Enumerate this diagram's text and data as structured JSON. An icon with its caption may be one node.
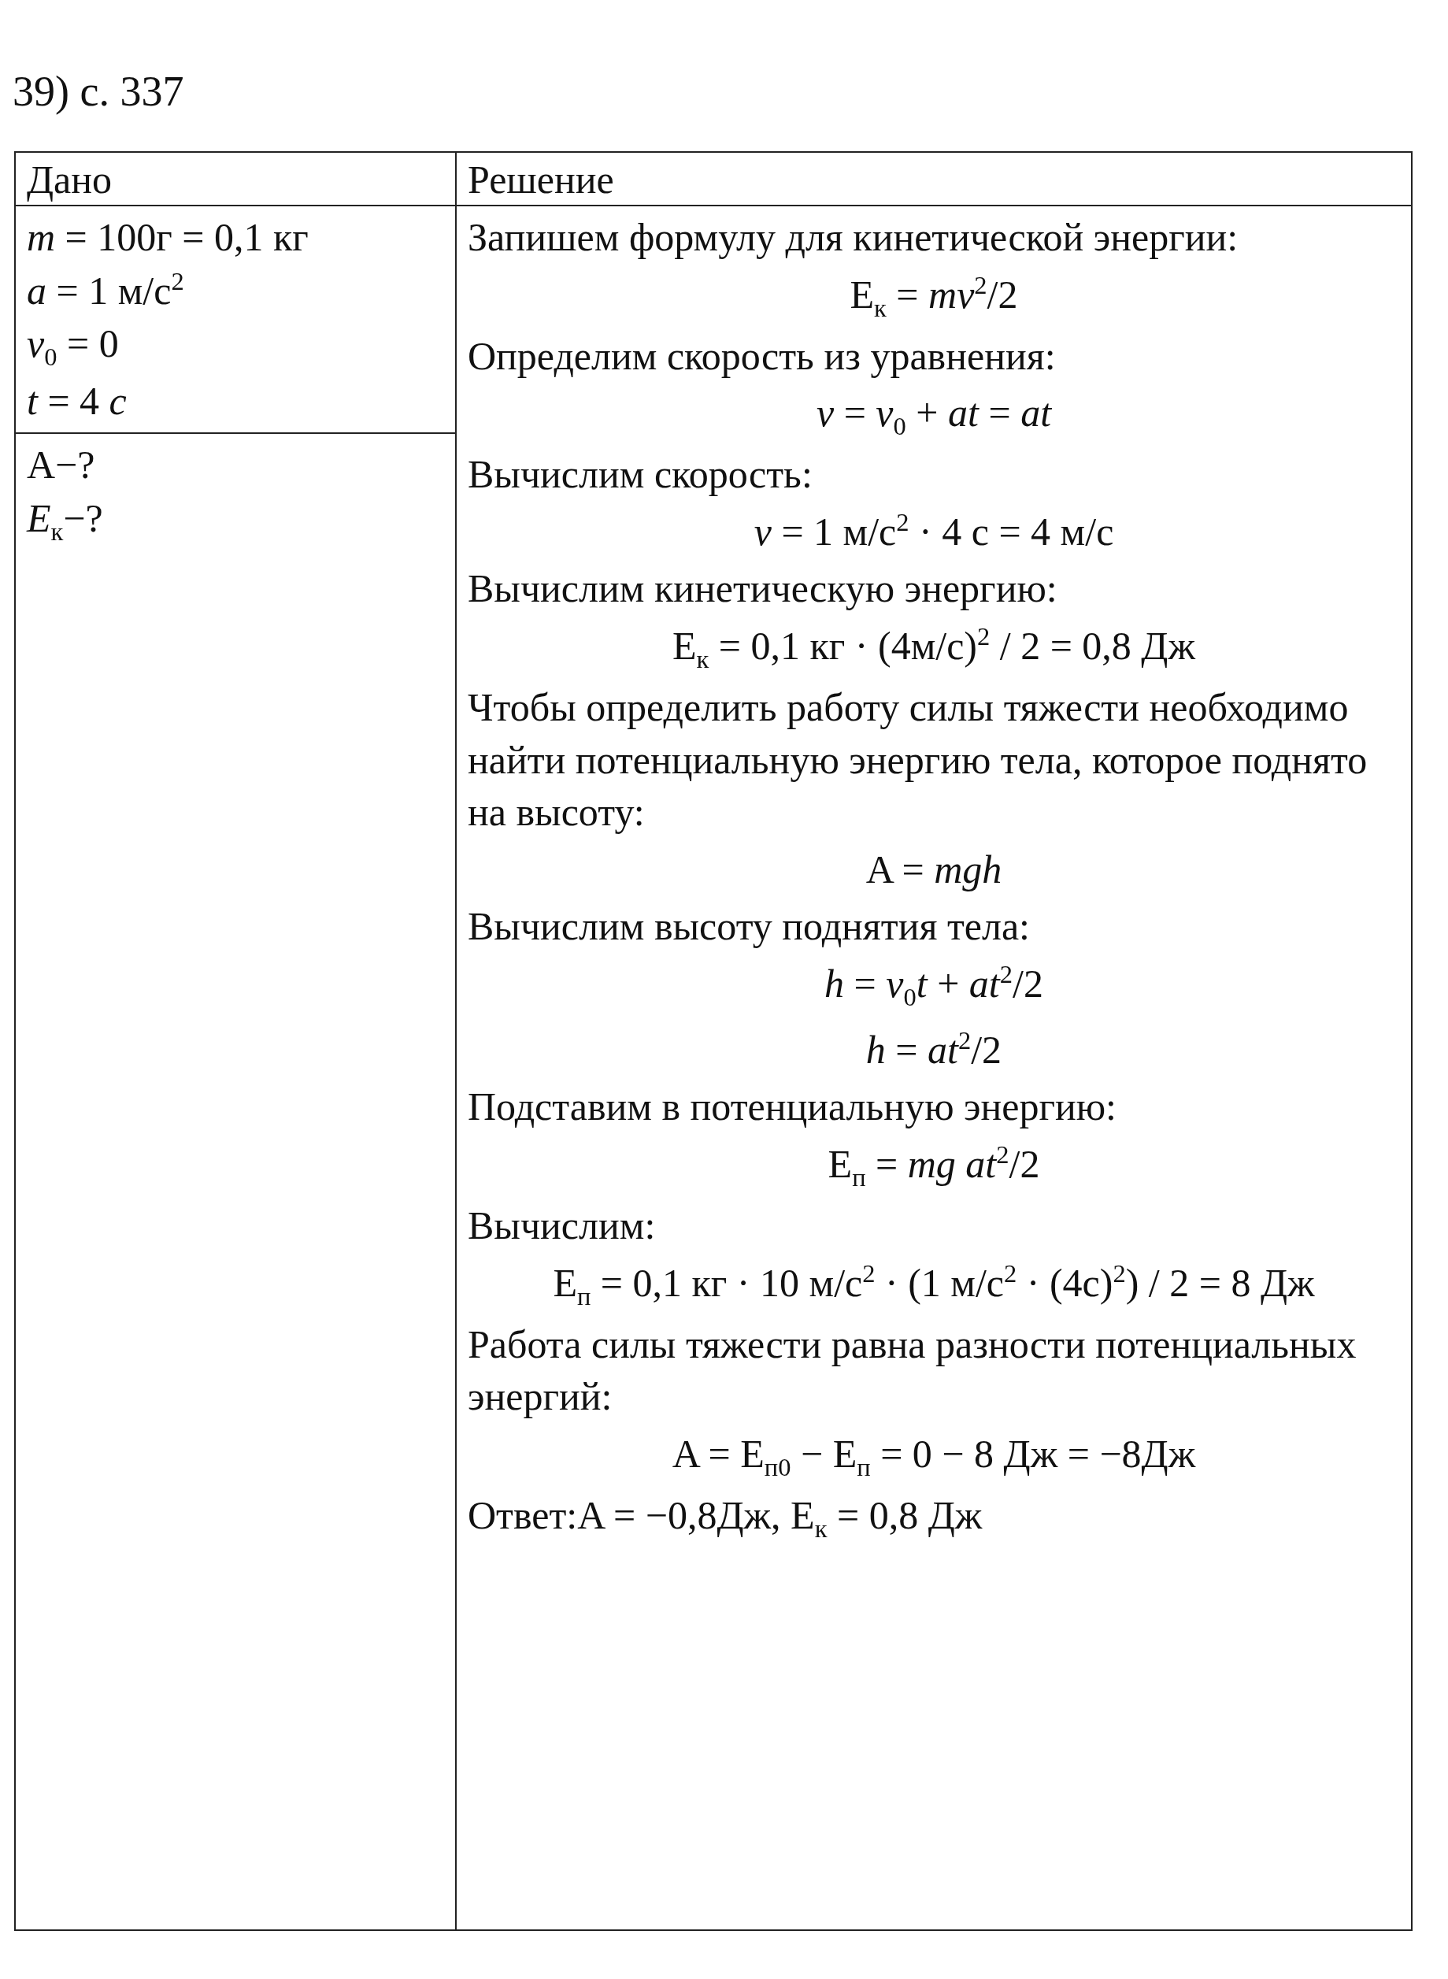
{
  "diagram": {
    "title": "39) с. 337",
    "nodes": [
      {
        "text": [
          "Дано"
        ]
      },
      {
        "text": [
          "Решение"
        ]
      },
      {
        "text": [
          "*m* = 100г = 0,1 кг",
          "*a* = 1 м/с$^{2}$",
          "*v*$_{0}$ = 0",
          "*t* = 4 *с*"
        ]
      },
      {
        "text": [
          "A−?",
          "*E*$_{к}$−?"
        ]
      },
      {
        "text": [
          "Запишем формулу для кинетической энергии:",
          "E$_{к}$ = *mv*$^{2}$/2",
          "Определим скорость из уравнения:",
          "*v* = *v*$_{0}$ + *at* = *at*",
          "Вычислим скорость:",
          "*v* = 1 м/с$^{2}$ · 4 с = 4 м/с",
          "Вычислим кинетическую энергию:",
          "E$_{к}$ = 0,1 кг · (4м/с)$^{2}$ / 2 = 0,8 Дж",
          "Чтобы определить работу силы тяжести необходимо найти потенциальную энергию тела, которое поднято на высоту:",
          "A = *mgh*",
          "Вычислим высоту поднятия тела:",
          "*h* = *v*$_{0}$*t* + *at*$^{2}$/2",
          "*h* = *at*$^{2}$/2",
          "Подставим в потенциальную энергию:",
          "E$_{п}$ = *mg at*$^{2}$/2",
          "Вычислим:",
          "E$_{п}$ = 0,1 кг · 10 м/с$^{2}$ · (1 м/с$^{2}$ · (4с)$^{2}$) / 2 = 8 Дж",
          "Работа силы тяжести равна разности потенциальных энергий:",
          "A = E$_{п0}$ − E$_{п}$ = 0 − 8 Дж = −8Дж",
          "Ответ:A = −0,8Дж, E$_{к}$ = 0,8 Дж"
        ]
      }
    ]
  }
}
